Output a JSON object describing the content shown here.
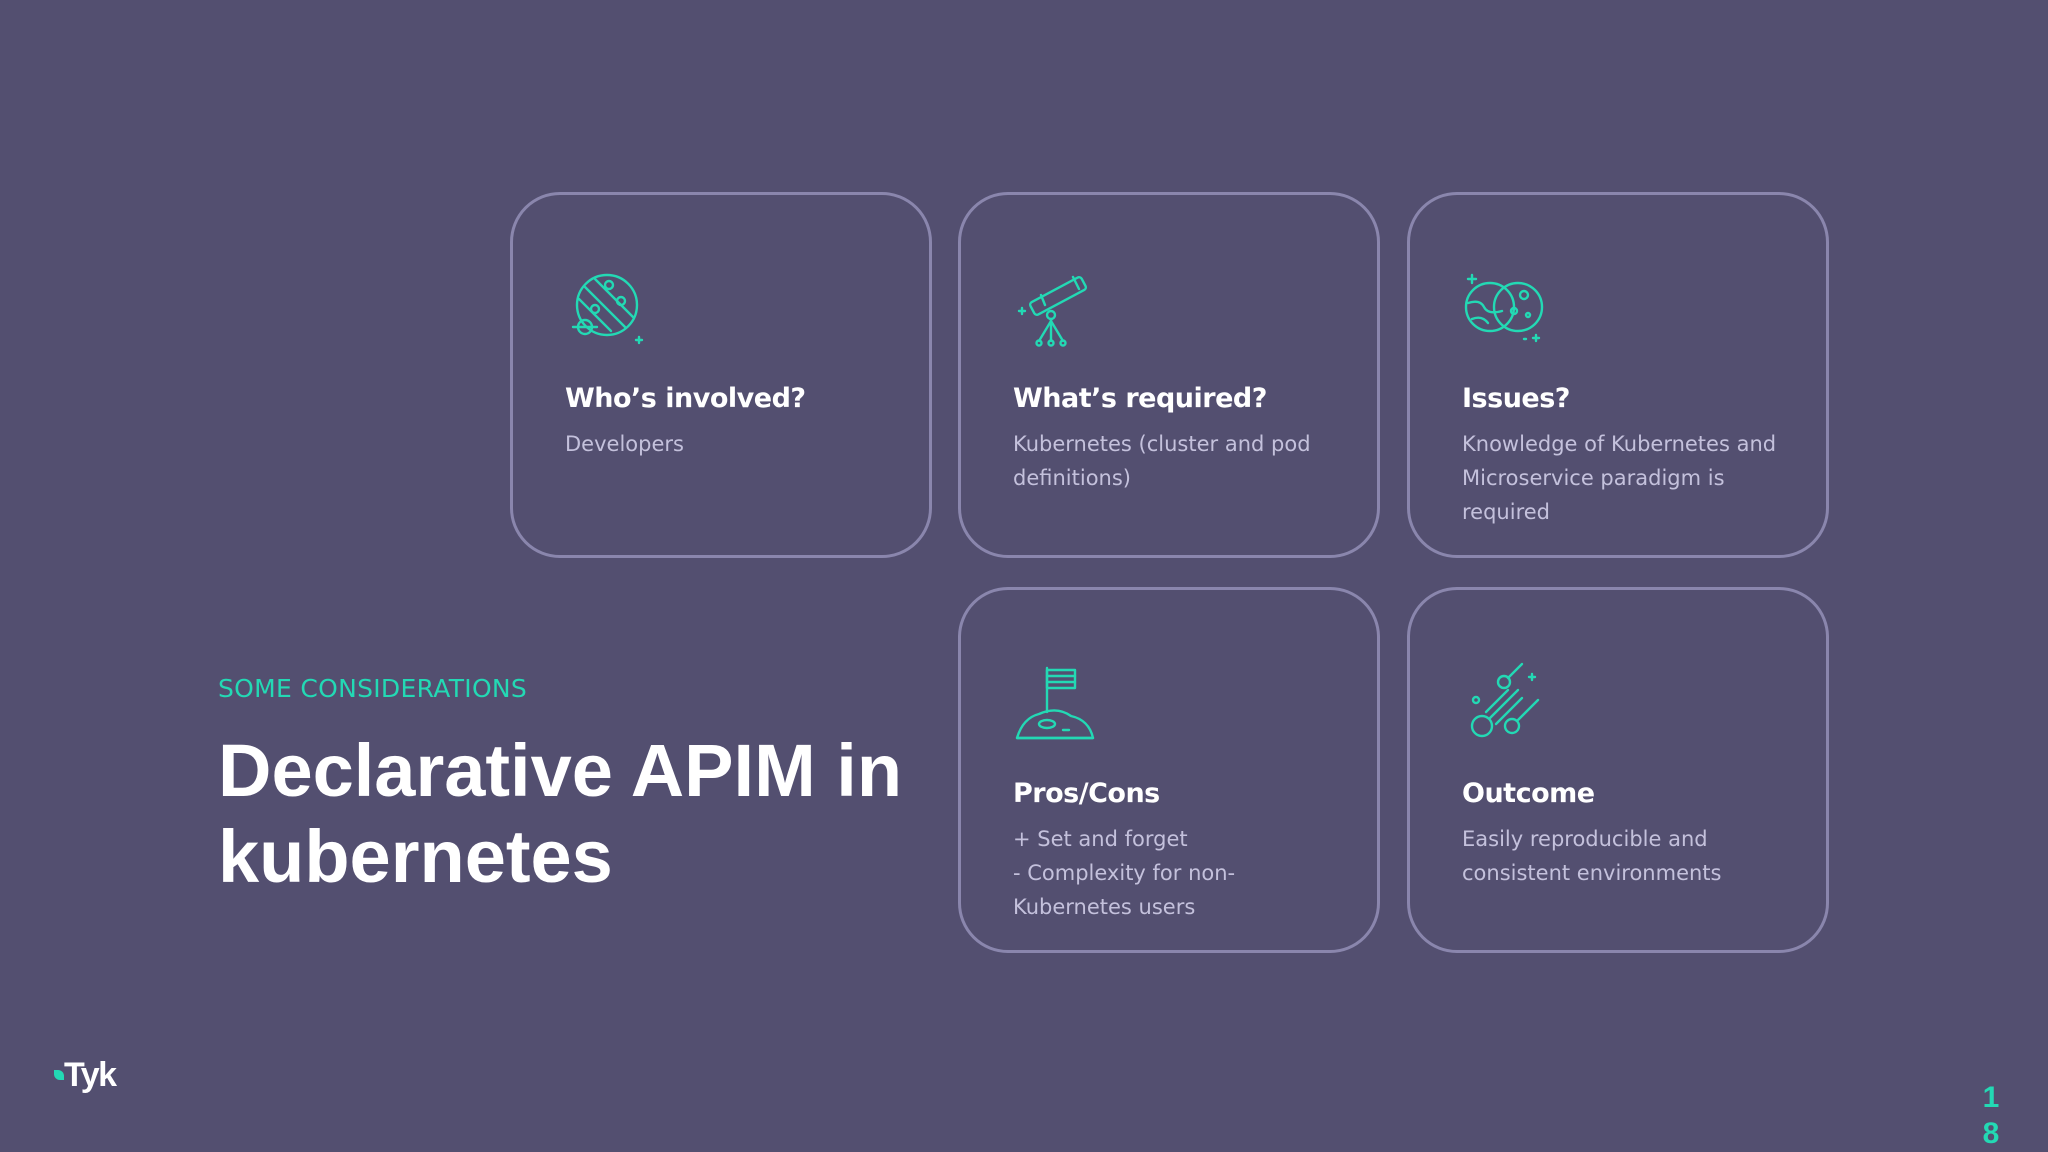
{
  "slide": {
    "eyebrow": "SOME CONSIDERATIONS",
    "headline_lines": [
      "Declarative APIM in",
      "kubernetes"
    ],
    "accent_color": "#23d9b4",
    "background_color": "#534f70",
    "border_color": "#8a86ad"
  },
  "cards": [
    {
      "icon": "planet-icon",
      "title": "Who’s involved?",
      "body_lines": [
        "Developers"
      ]
    },
    {
      "icon": "telescope-icon",
      "title": "What’s required?",
      "body_lines": [
        "Kubernetes (cluster and pod",
        "definitions)"
      ]
    },
    {
      "icon": "planets-icon",
      "title": "Issues?",
      "body_lines": [
        "Knowledge of Kubernetes and",
        "Microservice paradigm is",
        "required"
      ]
    },
    {
      "icon": "moon-flag-icon",
      "title": "Pros/Cons",
      "body_lines": [
        "+ Set and forget",
        "- Complexity for non-",
        "Kubernetes users"
      ]
    },
    {
      "icon": "meteor-icon",
      "title": "Outcome",
      "body_lines": [
        "Easily reproducible and",
        "consistent environments"
      ]
    }
  ],
  "logo": {
    "text": "Tyk"
  },
  "page_number": {
    "digits": [
      "1",
      "8"
    ]
  }
}
